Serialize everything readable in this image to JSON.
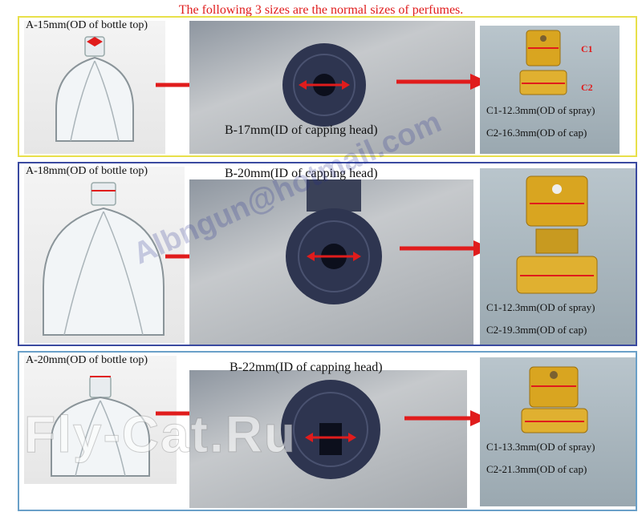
{
  "header": "The following 3 sizes are the normal sizes of perfumes.",
  "rows": [
    {
      "bottle_label": "A-15mm(OD of bottle top)",
      "head_label": "B-17mm(ID of capping head)",
      "c1_tag": "C1",
      "c2_tag": "C2",
      "c1_label": "C1-12.3mm(OD of spray)",
      "c2_label": "C2-16.3mm(OD of cap)"
    },
    {
      "bottle_label": "A-18mm(OD of bottle top)",
      "head_label": "B-20mm(ID of capping head)",
      "c1_label": "C1-12.3mm(OD of spray)",
      "c2_label": "C2-19.3mm(OD of cap)"
    },
    {
      "bottle_label": "A-20mm(OD of bottle top)",
      "head_label": "B-22mm(ID of capping head)",
      "c1_label": "C1-13.3mm(OD of spray)",
      "c2_label": "C2-21.3mm(OD of  cap)"
    }
  ],
  "watermark": "Fly-Cat.Ru",
  "watermark_email": "Albngun@hotmail.com",
  "colors": {
    "arrow": "#e01c1c",
    "gold": "#d9a520",
    "header_text": "#e01c1c"
  },
  "icons": [
    "perfume-bottle-icon",
    "capping-head-icon",
    "spray-cap-icon",
    "right-arrow-icon"
  ]
}
